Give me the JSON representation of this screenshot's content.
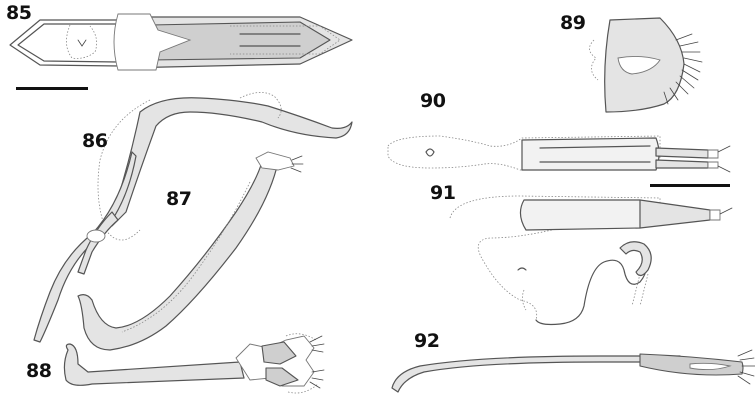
{
  "figure": {
    "labels": {
      "fig85": "85",
      "fig86": "86",
      "fig87": "87",
      "fig88": "88",
      "fig89": "89",
      "fig90": "90",
      "fig91": "91",
      "fig92": "92"
    },
    "colors": {
      "outline": "#555555",
      "fill_light": "#e4e4e4",
      "fill_mid": "#cfcfcf",
      "label_text": "#111111",
      "background": "#ffffff"
    }
  }
}
